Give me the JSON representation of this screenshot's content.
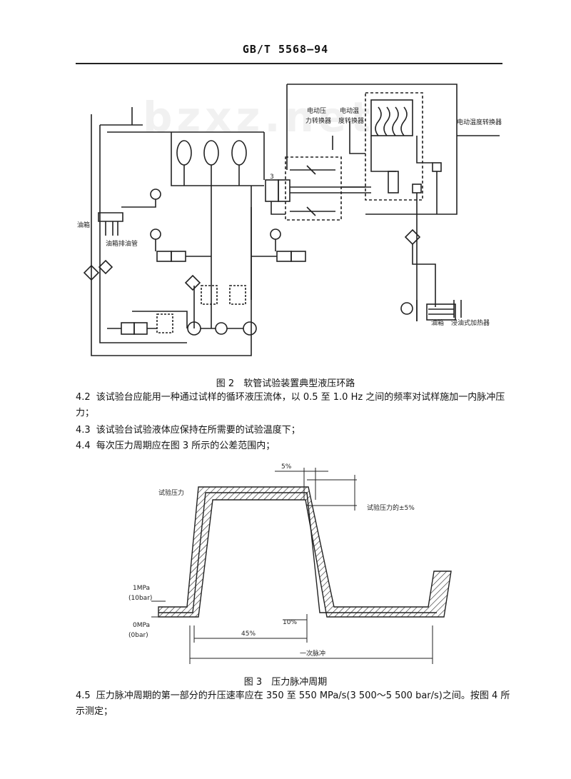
{
  "header": {
    "standard_no": "GB/T 5568—94"
  },
  "watermark": "bzxz.net",
  "figure2": {
    "caption": "图 2　软管试验装置典型液压环路",
    "labels": {
      "pressure_transducer": "电动压力转换器",
      "pressure_transducer_l1": "电动压",
      "pressure_transducer_l2": "力转换器",
      "temp_transducer_l1": "电动温",
      "temp_transducer_l2": "度转换器",
      "temp_transducer_right": "电动温度转换器",
      "oil_tank_left": "油箱",
      "oil_drain_pipe": "油箱排油管",
      "reservoir": "油箱",
      "heater": "浸油式加热器",
      "label_3": "3"
    }
  },
  "paragraphs": [
    {
      "num": "4.2",
      "text": "该试验台应能用一种通过试样的循环液压流体，以 0.5 至 1.0 Hz 之间的频率对试样施加一内脉冲压力；"
    },
    {
      "num": "4.3",
      "text": "该试验台试验液体应保持在所需要的试验温度下；"
    },
    {
      "num": "4.4",
      "text": "每次压力周期应在图 3 所示的公差范围内；"
    }
  ],
  "figure3": {
    "caption": "图 3　压力脉冲周期",
    "labels": {
      "top_pct": "5%",
      "test_pressure": "试验压力",
      "test_pressure_tol": "试验压力的±5%",
      "mpa1": "1MPa",
      "bar10": "(10bar)",
      "mpa0": "0MPa",
      "bar0": "(0bar)",
      "pct10": "10%",
      "pct45": "45%",
      "one_pulse": "一次脉冲"
    }
  },
  "paragraph_45": {
    "num": "4.5",
    "text": "压力脉冲周期的第一部分的升压速率应在 350 至 550 MPa/s(3 500～5 500 bar/s)之间。按图 4 所示测定；"
  }
}
